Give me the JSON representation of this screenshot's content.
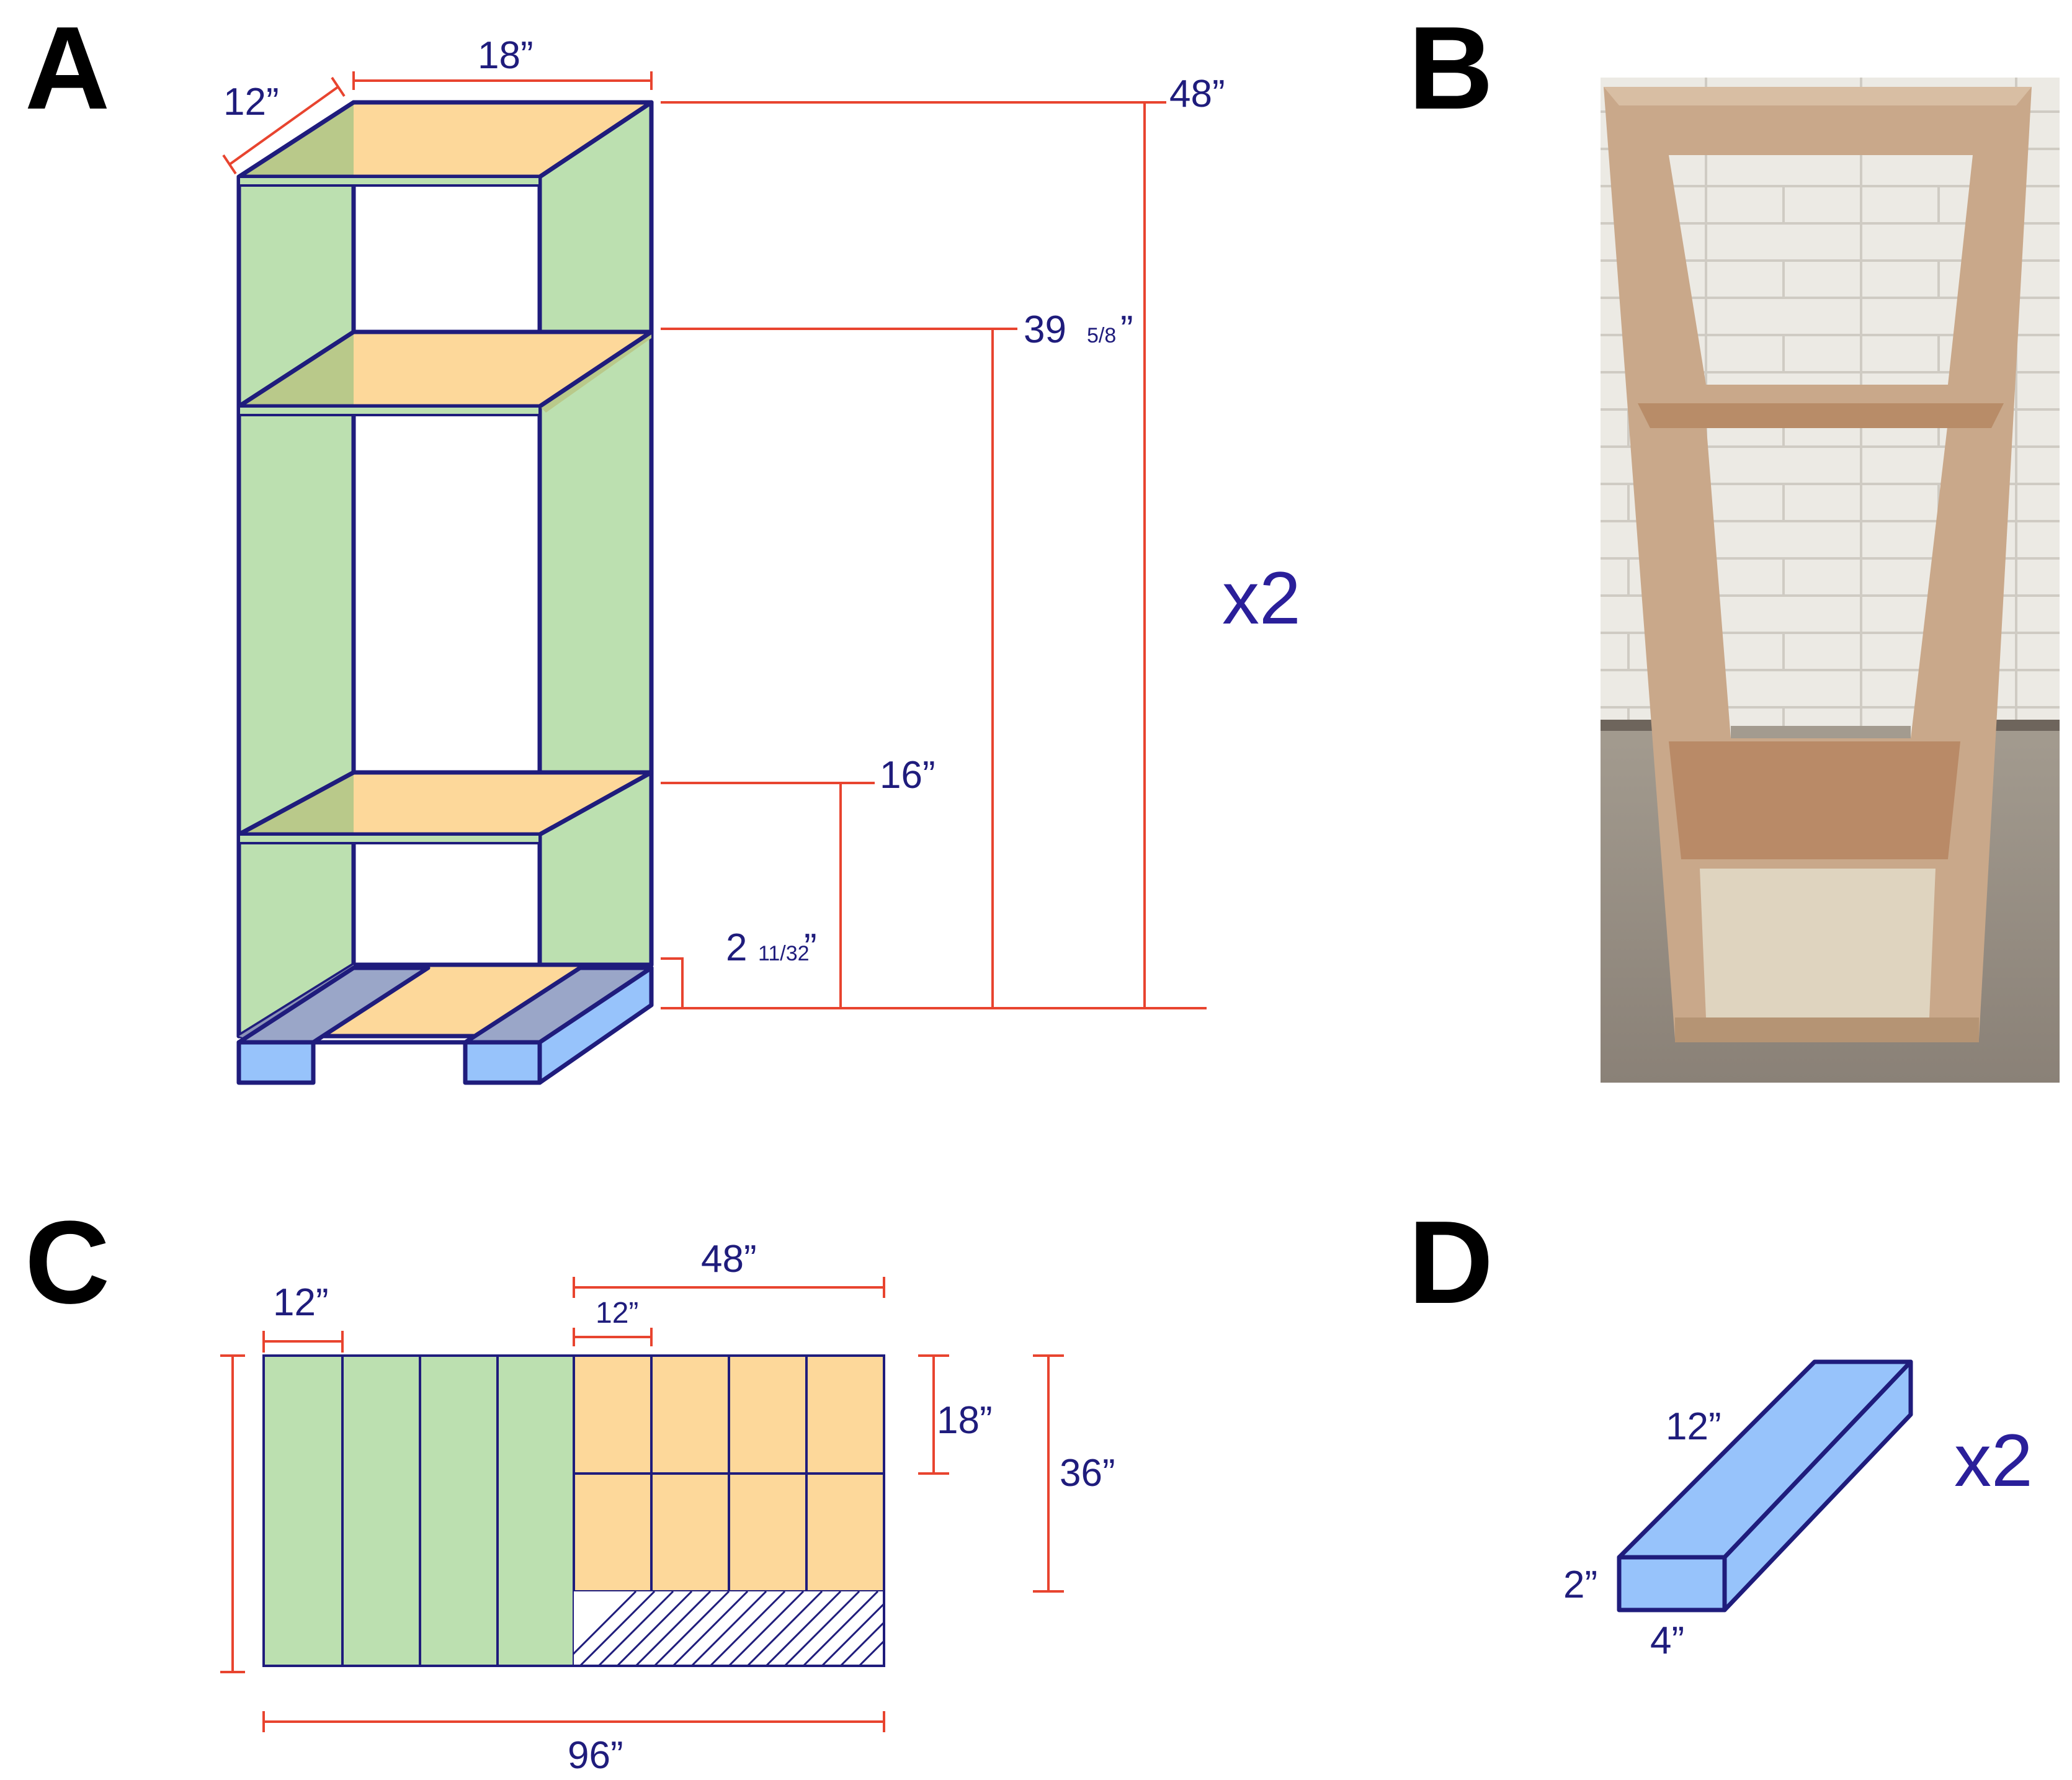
{
  "panels": {
    "a": {
      "letter": "A",
      "depth": "12”",
      "width": "18”",
      "height_top": "48”",
      "height_shelf2_whole": "39",
      "height_shelf2_frac": "5/8",
      "height_shelf2_mark": "”",
      "height_shelf1": "16”",
      "height_base_whole": "2",
      "height_base_frac": "11/32",
      "height_base_mark": "”",
      "multiplier": "x2"
    },
    "b": {
      "letter": "B"
    },
    "c": {
      "letter": "C",
      "strip_width": "12”",
      "shelf_group": "48”",
      "shelf_width": "12”",
      "shelf_depth": "18”",
      "shelf_total": "36”",
      "sheet_length": "96”"
    },
    "d": {
      "letter": "D",
      "length": "12”",
      "height": "2”",
      "width": "4”",
      "multiplier": "x2"
    }
  },
  "colors": {
    "side_panel": "#bce0b0",
    "shelf": "#fdd89a",
    "shelf_overlap": "#b9c98a",
    "skid": "#97c3fb",
    "outline": "#1f1c7c",
    "dimension_line": "#e8442f"
  }
}
